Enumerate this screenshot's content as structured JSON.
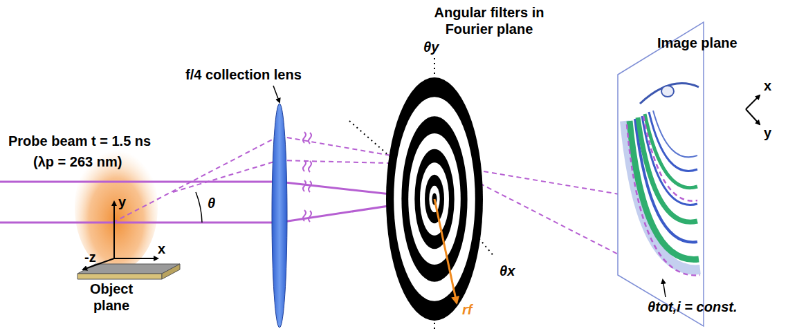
{
  "diagram": {
    "labels": [
      "Angular filters in Fourier plane",
      "f/4 collection lens",
      "Image plane",
      "Probe beam t = 1.5 ns",
      "(λp = 263 nm)",
      "θy",
      "θx",
      "θ",
      "rf",
      "y",
      "x",
      "-z",
      "Object plane",
      "x",
      "y",
      "θtot,i = const."
    ]
  }
}
